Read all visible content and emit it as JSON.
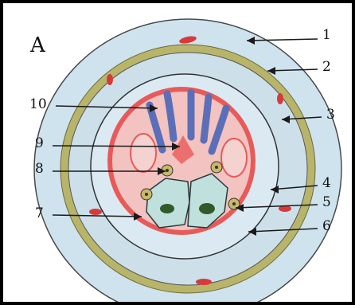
{
  "figure": {
    "panel_letter": "A",
    "labels": [
      "1",
      "2",
      "3",
      "4",
      "5",
      "6",
      "7",
      "8",
      "9",
      "10"
    ]
  },
  "colors": {
    "frame": "#000000",
    "outer_layer": "#cfe3ee",
    "muscle_band": "#b8b46a",
    "inner_layer": "#dbeaf2",
    "red_tissue": "#e85a5a",
    "pink_fill": "#f2c3c0",
    "blue_bands": "#5b6fb8",
    "cell_fill": "#bfe0dc",
    "nuclei": "#2f5a2a",
    "blood_spots": "#d63b3b"
  }
}
